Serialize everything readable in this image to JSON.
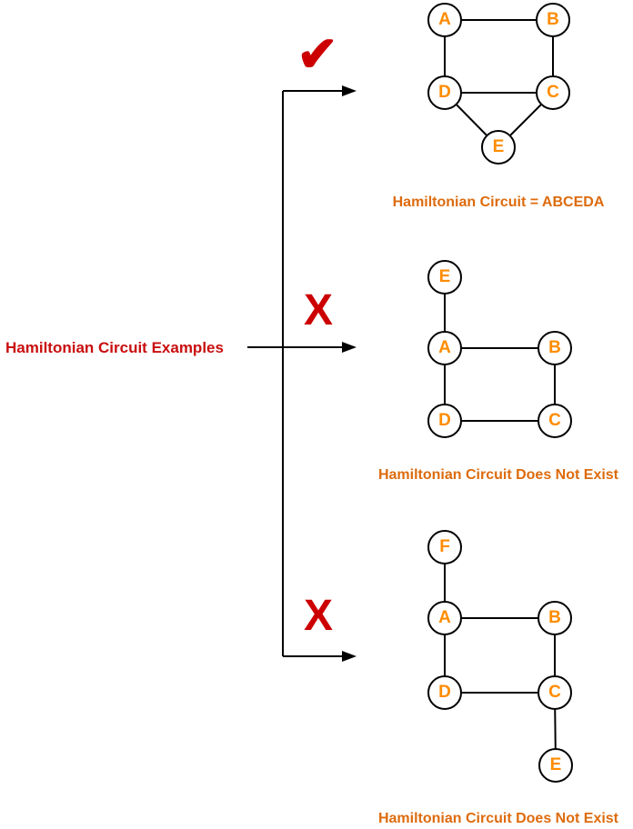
{
  "title": {
    "label": "Hamiltonian Circuit Examples"
  },
  "colors": {
    "title_red": "#C90E0E",
    "mark_red": "#CC0000",
    "node_letter_orange": "#FF8C00",
    "caption_orange": "#DD6B0D",
    "line_black": "#000000",
    "background": "#FFFFFF"
  },
  "branches": [
    {
      "result": "valid",
      "mark": "✔",
      "caption": "Hamiltonian Circuit = ABCEDA"
    },
    {
      "result": "invalid",
      "mark": "X",
      "caption": "Hamiltonian Circuit Does Not Exist"
    },
    {
      "result": "invalid",
      "mark": "X",
      "caption": "Hamiltonian Circuit Does Not Exist"
    }
  ],
  "graphs": [
    {
      "caption": "Hamiltonian Circuit = ABCEDA",
      "nodes": [
        {
          "label": "A"
        },
        {
          "label": "B"
        },
        {
          "label": "D"
        },
        {
          "label": "C"
        },
        {
          "label": "E"
        }
      ],
      "edges": [
        "A-B",
        "A-D",
        "B-C",
        "D-C",
        "D-E",
        "C-E"
      ]
    },
    {
      "caption": "Hamiltonian Circuit Does Not Exist",
      "nodes": [
        {
          "label": "E"
        },
        {
          "label": "A"
        },
        {
          "label": "B"
        },
        {
          "label": "D"
        },
        {
          "label": "C"
        }
      ],
      "edges": [
        "E-A",
        "A-B",
        "A-D",
        "B-C",
        "D-C"
      ]
    },
    {
      "caption": "Hamiltonian Circuit Does Not Exist",
      "nodes": [
        {
          "label": "F"
        },
        {
          "label": "A"
        },
        {
          "label": "B"
        },
        {
          "label": "D"
        },
        {
          "label": "C"
        },
        {
          "label": "E"
        }
      ],
      "edges": [
        "F-A",
        "A-B",
        "A-D",
        "B-C",
        "D-C",
        "C-E"
      ]
    }
  ]
}
